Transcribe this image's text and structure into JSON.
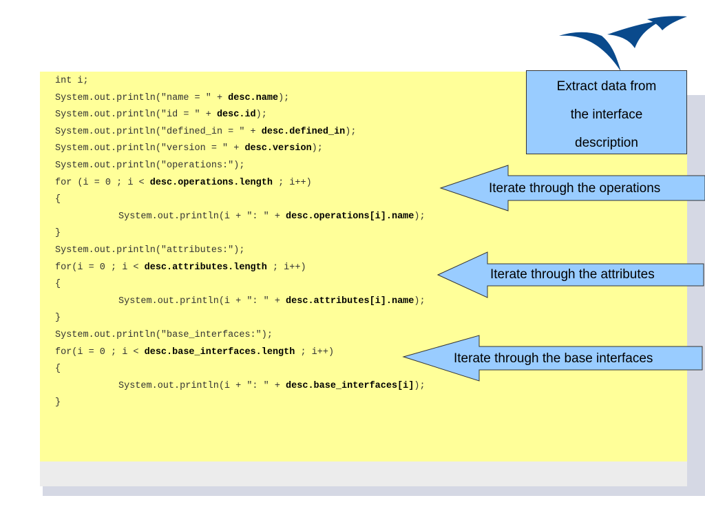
{
  "code": {
    "lines": [
      {
        "indent": false,
        "parts": [
          {
            "t": "int i;",
            "b": false
          }
        ]
      },
      {
        "indent": false,
        "parts": [
          {
            "t": "System.out.println(\"name = \" + ",
            "b": false
          },
          {
            "t": "desc.name",
            "b": true
          },
          {
            "t": ");",
            "b": false
          }
        ]
      },
      {
        "indent": false,
        "parts": [
          {
            "t": "System.out.println(\"id = \" + ",
            "b": false
          },
          {
            "t": "desc.id",
            "b": true
          },
          {
            "t": ");",
            "b": false
          }
        ]
      },
      {
        "indent": false,
        "parts": [
          {
            "t": "System.out.println(\"defined_in = \" + ",
            "b": false
          },
          {
            "t": "desc.defined_in",
            "b": true
          },
          {
            "t": ");",
            "b": false
          }
        ]
      },
      {
        "indent": false,
        "parts": [
          {
            "t": "System.out.println(\"version = \" + ",
            "b": false
          },
          {
            "t": "desc.version",
            "b": true
          },
          {
            "t": ");",
            "b": false
          }
        ]
      },
      {
        "indent": false,
        "parts": [
          {
            "t": "System.out.println(\"operations:\");",
            "b": false
          }
        ]
      },
      {
        "indent": false,
        "parts": [
          {
            "t": "for (i = 0 ; i < ",
            "b": false
          },
          {
            "t": "desc.operations.length",
            "b": true
          },
          {
            "t": " ; i++)",
            "b": false
          }
        ]
      },
      {
        "indent": false,
        "parts": [
          {
            "t": "{",
            "b": false
          }
        ]
      },
      {
        "indent": true,
        "parts": [
          {
            "t": "System.out.println(i + \": \" + ",
            "b": false
          },
          {
            "t": "desc.operations[i].name",
            "b": true
          },
          {
            "t": ");",
            "b": false
          }
        ]
      },
      {
        "indent": false,
        "parts": [
          {
            "t": "}",
            "b": false
          }
        ]
      },
      {
        "indent": false,
        "parts": [
          {
            "t": "System.out.println(\"attributes:\");",
            "b": false
          }
        ]
      },
      {
        "indent": false,
        "parts": [
          {
            "t": "for(i = 0 ; i < ",
            "b": false
          },
          {
            "t": "desc.attributes.length",
            "b": true
          },
          {
            "t": " ; i++)",
            "b": false
          }
        ]
      },
      {
        "indent": false,
        "parts": [
          {
            "t": "{",
            "b": false
          }
        ]
      },
      {
        "indent": true,
        "parts": [
          {
            "t": "System.out.println(i + \": \" + ",
            "b": false
          },
          {
            "t": "desc.attributes[i].name",
            "b": true
          },
          {
            "t": ");",
            "b": false
          }
        ]
      },
      {
        "indent": false,
        "parts": [
          {
            "t": "}",
            "b": false
          }
        ]
      },
      {
        "indent": false,
        "parts": [
          {
            "t": "System.out.println(\"base_interfaces:\");",
            "b": false
          }
        ]
      },
      {
        "indent": false,
        "parts": [
          {
            "t": "for(i = 0 ; i < ",
            "b": false
          },
          {
            "t": "desc.base_interfaces.length",
            "b": true
          },
          {
            "t": " ; i++)",
            "b": false
          }
        ]
      },
      {
        "indent": false,
        "parts": [
          {
            "t": "{",
            "b": false
          }
        ]
      },
      {
        "indent": true,
        "parts": [
          {
            "t": "System.out.println(i + \": \" + ",
            "b": false
          },
          {
            "t": "desc.base_interfaces[i]",
            "b": true
          },
          {
            "t": ");",
            "b": false
          }
        ]
      },
      {
        "indent": false,
        "parts": [
          {
            "t": "}",
            "b": false
          }
        ]
      }
    ]
  },
  "note": {
    "lines": [
      "Extract data from",
      "the interface",
      "description"
    ]
  },
  "callouts": {
    "operations": "Iterate through the operations",
    "attributes": "Iterate through the attributes",
    "base_interfaces": "Iterate through the base interfaces"
  },
  "colors": {
    "code_background": "#ffff99",
    "callout_fill": "#99ccff",
    "logo_blue": "#0a4a8c",
    "shadow": "#d5d8e4"
  },
  "icons": {
    "logo": "swoosh-logo-icon"
  }
}
